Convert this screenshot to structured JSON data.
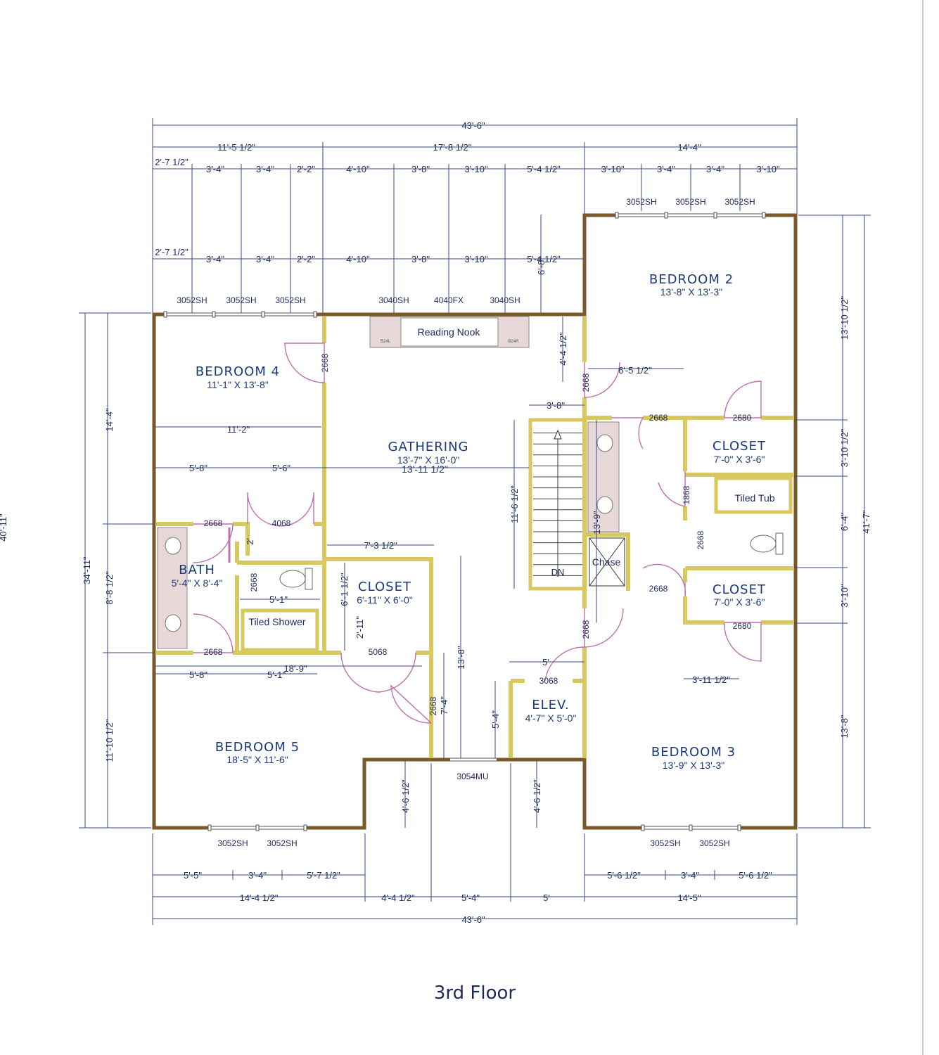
{
  "title": "3rd Floor",
  "rooms": {
    "bedroom2": {
      "name": "BEDROOM 2",
      "size": "13'-8\" X 13'-3\""
    },
    "bedroom4": {
      "name": "BEDROOM 4",
      "size": "11'-1\" X 13'-8\""
    },
    "gathering": {
      "name": "GATHERING",
      "size": "13'-7\" X 16'-0\"",
      "sub": "13'-11 1/2\""
    },
    "closet_a": {
      "name": "CLOSET",
      "size": "7'-0\" X 3'-6\""
    },
    "closet_b": {
      "name": "CLOSET",
      "size": "7'-0\" X 3'-6\""
    },
    "closet_c": {
      "name": "CLOSET",
      "size": "6'-11\" X 6'-0\""
    },
    "bath": {
      "name": "BATH",
      "size": "5'-4\" X 8'-4\""
    },
    "elev": {
      "name": "ELEV.",
      "size": "4'-7\" X 5'-0\""
    },
    "bedroom5": {
      "name": "BEDROOM 5",
      "size": "18'-5\" X 11'-6\""
    },
    "bedroom3": {
      "name": "BEDROOM 3",
      "size": "13'-9\" X 13'-3\""
    }
  },
  "fixtures": {
    "reading_nook": "Reading Nook",
    "tiled_tub": "Tiled Tub",
    "tiled_shower": "Tiled Shower",
    "chase": "Chase",
    "dn": "DN"
  },
  "dims": {
    "top_overall": "43'-6\"",
    "top_row2": [
      "11'-5 1/2\"",
      "17'-8 1/2\"",
      "14'-4\""
    ],
    "top_row3": [
      "2'-7 1/2\"",
      "3'-4\"",
      "3'-4\"",
      "2'-2\"",
      "4'-10\"",
      "3'-8\"",
      "3'-10\"",
      "5'-4 1/2\"",
      "3'-10\"",
      "3'-4\"",
      "3'-4\"",
      "3'-10\""
    ],
    "top_row4": [
      "2'-7 1/2\"",
      "3'-4\"",
      "3'-4\"",
      "2'-2\"",
      "4'-10\"",
      "3'-8\"",
      "3'-10\"",
      "5'-4 1/2\""
    ],
    "top_row4_vert": "6'-8\"",
    "bottom_row1": [
      "5'-5\"",
      "3'-4\"",
      "5'-7 1/2\"",
      "5'-6 1/2\"",
      "3'-4\"",
      "5'-6 1/2\""
    ],
    "bottom_row2": [
      "14'-4 1/2\"",
      "4'-4 1/2\"",
      "5'-4\"",
      "5'",
      "14'-5\""
    ],
    "bottom_overall": "43'-6\"",
    "left_outer": "34'-11\"",
    "left_inner": [
      "14'-4\"",
      "8'-8 1/2\"",
      "11'-10 1/2\""
    ],
    "right_outer": "41'-7\"",
    "right_inner": [
      "13'-10 1/2\"",
      "3'-10 1/2\"",
      "6'-4\"",
      "3'-10\"",
      "13'-8\""
    ],
    "left_edge": "40'-11\"",
    "interior": {
      "d11_2": "11'-2\"",
      "d5_8a": "5'-8\"",
      "d5_6": "5'-6\"",
      "d2": "2'",
      "d5_1a": "5'-1\"",
      "d5_8b": "5'-8\"",
      "d5_1b": "5'-1\"",
      "d18_9": "18'-9\"",
      "d7_3": "7'-3 1/2\"",
      "d6_1": "6'-1 1/2\"",
      "d2_11": "2'-11\"",
      "d13_8": "13'-8\"",
      "d7_4": "7'-4\"",
      "d5_4": "5'-4\"",
      "d5": "5'",
      "d11_6": "11'-6 1/2\"",
      "d3_8": "3'-8\"",
      "d4_4": "4'-4 1/2\"",
      "d6_5": "6'-5 1/2\"",
      "d13_9": "13'-9\"",
      "d3_11": "3'-11 1/2\"",
      "d4_6a": "4'-6 1/2\"",
      "d4_6b": "4'-6 1/2\""
    }
  },
  "windows": {
    "top_right": [
      "3052SH",
      "3052SH",
      "3052SH"
    ],
    "top_left": [
      "3052SH",
      "3052SH",
      "3052SH"
    ],
    "top_mid": [
      "3040SH",
      "4040FX",
      "3040SH"
    ],
    "bottom_left": [
      "3052SH",
      "3052SH"
    ],
    "bottom_right": [
      "3052SH",
      "3052SH"
    ],
    "bottom_mid": "3054MU"
  },
  "doors": {
    "d1": "2668",
    "d2": "2668",
    "d3": "2680",
    "d4": "2668",
    "d5": "4068",
    "d6": "1868",
    "d7": "2668",
    "d8": "2668",
    "d9": "2668",
    "d10": "2668",
    "d11": "5068",
    "d12": "2668",
    "d13": "2680",
    "d14": "2668",
    "d15": "3068"
  },
  "cabinets": [
    "B24L",
    "B24R"
  ],
  "colors": {
    "exterior_wall": "#7a5a2a",
    "interior_wall": "#d8c860",
    "dimension": "#1c2a5c",
    "door": "#c070b0"
  }
}
